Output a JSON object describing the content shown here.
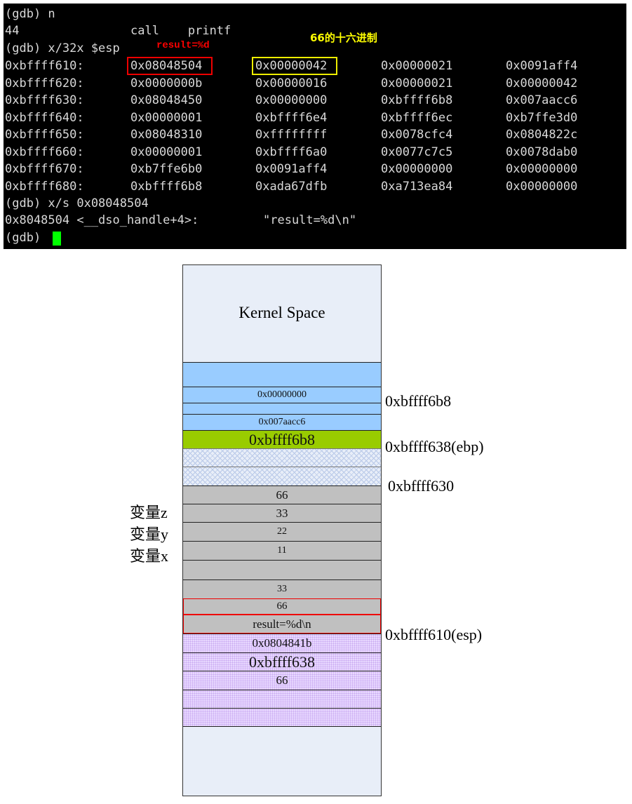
{
  "terminal": {
    "lines": [
      {
        "cols": [
          "(gdb) n"
        ]
      },
      {
        "cols": [
          "44",
          "call    printf"
        ]
      },
      {
        "cols": [
          "(gdb) x/32x $esp"
        ]
      },
      {
        "cols": [
          "0xbffff610:",
          "0x08048504",
          "0x00000042",
          "0x00000021",
          "0x0091aff4"
        ]
      },
      {
        "cols": [
          "0xbffff620:",
          "0x0000000b",
          "0x00000016",
          "0x00000021",
          "0x00000042"
        ]
      },
      {
        "cols": [
          "0xbffff630:",
          "0x08048450",
          "0x00000000",
          "0xbffff6b8",
          "0x007aacc6"
        ]
      },
      {
        "cols": [
          "0xbffff640:",
          "0x00000001",
          "0xbffff6e4",
          "0xbffff6ec",
          "0xb7ffe3d0"
        ]
      },
      {
        "cols": [
          "0xbffff650:",
          "0x08048310",
          "0xffffffff",
          "0x0078cfc4",
          "0x0804822c"
        ]
      },
      {
        "cols": [
          "0xbffff660:",
          "0x00000001",
          "0xbffff6a0",
          "0x0077c7c5",
          "0x0078dab0"
        ]
      },
      {
        "cols": [
          "0xbffff670:",
          "0xb7ffe6b0",
          "0x0091aff4",
          "0x00000000",
          "0x00000000"
        ]
      },
      {
        "cols": [
          "0xbffff680:",
          "0xbffff6b8",
          "0xada67dfb",
          "0xa713ea84",
          "0x00000000"
        ]
      },
      {
        "cols": [
          "(gdb) x/s 0x08048504"
        ]
      },
      {
        "cols": [
          "0x8048504 <__dso_handle+4>:",
          "\"result=%d\\n\""
        ]
      },
      {
        "cols": [
          "(gdb) "
        ]
      }
    ],
    "annotation_red": "result=%d",
    "annotation_yellow": "66的十六进制"
  },
  "stack": {
    "kernel": "Kernel Space",
    "cells": [
      "",
      "0x00000000",
      "",
      "0x007aacc6",
      "0xbffff6b8",
      "",
      "",
      "66",
      "33",
      "22",
      "11",
      "",
      "33",
      "66",
      "result=%d\\n",
      "0x0804841b",
      "0xbffff638",
      "66",
      "",
      ""
    ],
    "right_labels": [
      "0xbffff6b8",
      "0xbffff638(ebp)",
      "0xbffff630",
      "0xbffff610(esp)"
    ],
    "left_labels": [
      "变量z",
      "变量y",
      "变量x"
    ]
  }
}
